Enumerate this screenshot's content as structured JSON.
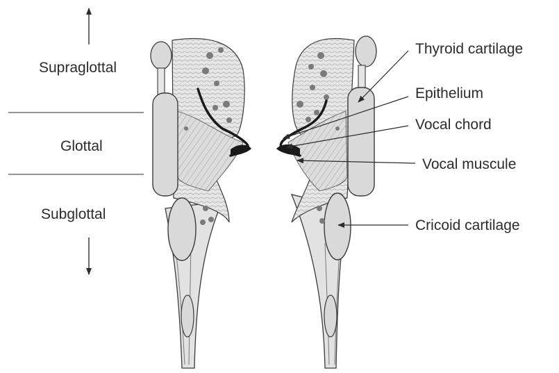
{
  "regions": {
    "supraglottal": "Supraglottal",
    "glottal": "Glottal",
    "subglottal": "Subglottal"
  },
  "labels": {
    "thyroid_cartilage": "Thyroid cartilage",
    "epithelium": "Epithelium",
    "vocal_chord": "Vocal chord",
    "vocal_muscule": "Vocal muscule",
    "cricoid_cartilage": "Cricoid cartilage"
  },
  "colors": {
    "ink": "#2b2b2b",
    "cartilage_fill": "#d9d9d9",
    "tissue_fill": "#c8c8c8",
    "gland_fill": "#7a7a7a",
    "epithelium": "#1a1a1a",
    "background": "#ffffff"
  }
}
